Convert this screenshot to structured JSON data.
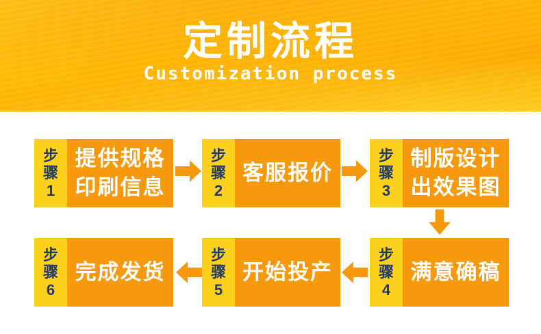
{
  "header": {
    "title": "定制流程",
    "subtitle": "Customization process"
  },
  "colors": {
    "banner_yellow": "#FFC91C",
    "banner_orange": "#FBAA00",
    "tab_bg": "#FBD11E",
    "box_bg": "#F7990D",
    "arrow": "#F7990D",
    "step_text": "#233A63",
    "box_text": "#FFFFFF"
  },
  "steps": [
    {
      "tab": "步骤1",
      "lines": [
        "提供规格",
        "印刷信息"
      ]
    },
    {
      "tab": "步骤2",
      "lines": [
        "客服报价"
      ]
    },
    {
      "tab": "步骤3",
      "lines": [
        "制版设计",
        "出效果图"
      ]
    },
    {
      "tab": "步骤4",
      "lines": [
        "满意确稿"
      ]
    },
    {
      "tab": "步骤5",
      "lines": [
        "开始投产"
      ]
    },
    {
      "tab": "步骤6",
      "lines": [
        "完成发货"
      ]
    }
  ]
}
